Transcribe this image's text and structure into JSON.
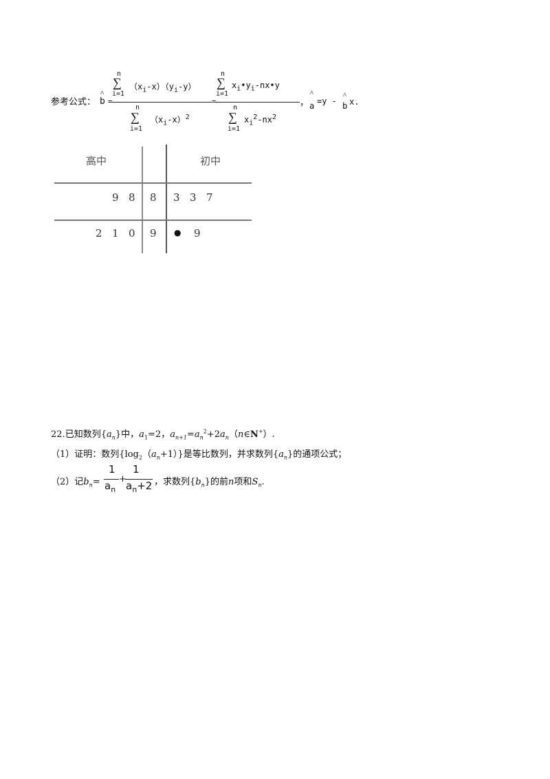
{
  "formula": {
    "label": "参考公式：",
    "b_hat": "b",
    "hat": "^",
    "equals1": "=",
    "equals2": "=",
    "sigma": "∑",
    "n": "n",
    "i1": "i=1",
    "num1": "（x",
    "num1_i": "i",
    "num1_rest": "-x）（y",
    "num1_i2": "i",
    "num1_end": "-y）",
    "den1": "（x",
    "den1_i": "i",
    "den1_rest": "-x）",
    "den1_sq": "2",
    "num2": "x",
    "num2_i": "i",
    "num2_mid": "•y",
    "num2_i2": "i",
    "num2_end": "-nx•y",
    "den2": "x",
    "den2_i": "i",
    "den2_sq": "2",
    "den2_end": "-nx",
    "den2_sq2": "2",
    "comma": "，",
    "a_hat": "a",
    "a_rest": "=y -",
    "b2": "b",
    "x_end": "x."
  },
  "stemleaf": {
    "left_head": "高中",
    "right_head": "初中",
    "rows": [
      {
        "left": [
          "9",
          "8"
        ],
        "stem": "8",
        "right": [
          "3",
          "3",
          "7"
        ]
      },
      {
        "left": [
          "2",
          "1",
          "0"
        ],
        "stem": "9",
        "right": [
          "●",
          "9"
        ]
      }
    ]
  },
  "problem": {
    "number": "22.",
    "intro_a": "已知数列{",
    "a_n": "a",
    "n_sub": "n",
    "intro_b": "}中，",
    "a1": "a",
    "one": "1",
    "eq2": "=2，",
    "an1": "a",
    "n1_sub": "n+1",
    "eq_rhs": "=",
    "an2": "a",
    "n_sub2": "n",
    "sq": "2",
    "plus2an": "+2",
    "an3": "a",
    "n_sub3": "n",
    "cond": "（",
    "cond_n": "n",
    "cond_in": "∈",
    "cond_N": "N",
    "cond_plus": "+",
    "cond_end": "）.",
    "p1_label": "（1）证明：数列{log",
    "p1_2": "2",
    "p1_mid": "（",
    "p1_a": "a",
    "p1_n": "n",
    "p1_rest": "+1）}是等比数列，并求数列{",
    "p1_a2": "a",
    "p1_n2": "n",
    "p1_end": "}的通项公式；",
    "p2_label": "（2）记",
    "p2_b": "b",
    "p2_n": "n",
    "p2_eq": "=",
    "frac_one": "1",
    "frac1_den": "a",
    "frac1_den_n": "n",
    "plus": "+",
    "frac2_den": "a",
    "frac2_den_n": "n",
    "frac2_plus": "+2",
    "p2_rest": "，求数列{",
    "p2_b2": "b",
    "p2_n2": "n",
    "p2_rest2": "}的前",
    "p2_nn": "n",
    "p2_rest3": "项和",
    "p2_S": "S",
    "p2_Sn": "n",
    "p2_end": "."
  }
}
